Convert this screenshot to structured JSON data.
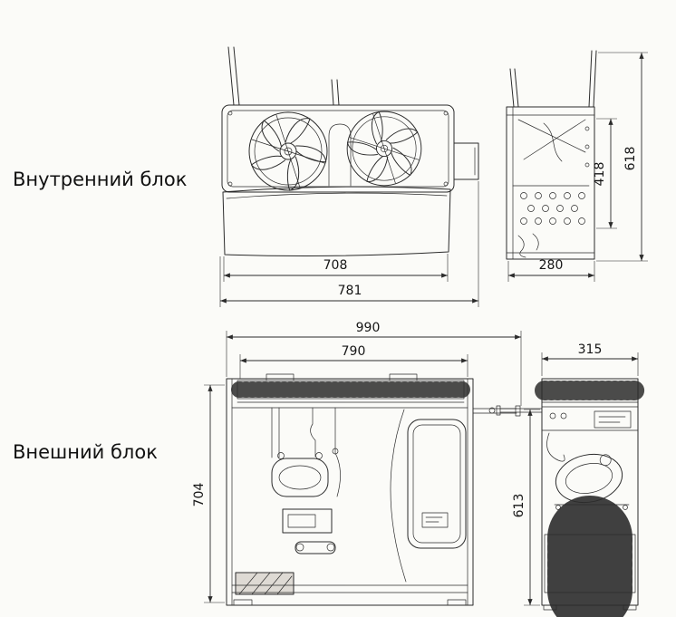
{
  "colors": {
    "line": "#2b2b2b",
    "text": "#161616",
    "background": "#fbfbf8"
  },
  "sections": {
    "internal": {
      "label": "Внутренний блок",
      "front": {
        "width_inner": "708",
        "width_overall": "781"
      },
      "side": {
        "depth": "280",
        "height_inner": "418",
        "height_overall": "618"
      }
    },
    "external": {
      "label": "Внешний блок",
      "front": {
        "width_overall": "990",
        "width_inner": "790",
        "height": "704"
      },
      "side": {
        "depth": "315",
        "height": "613"
      }
    }
  }
}
